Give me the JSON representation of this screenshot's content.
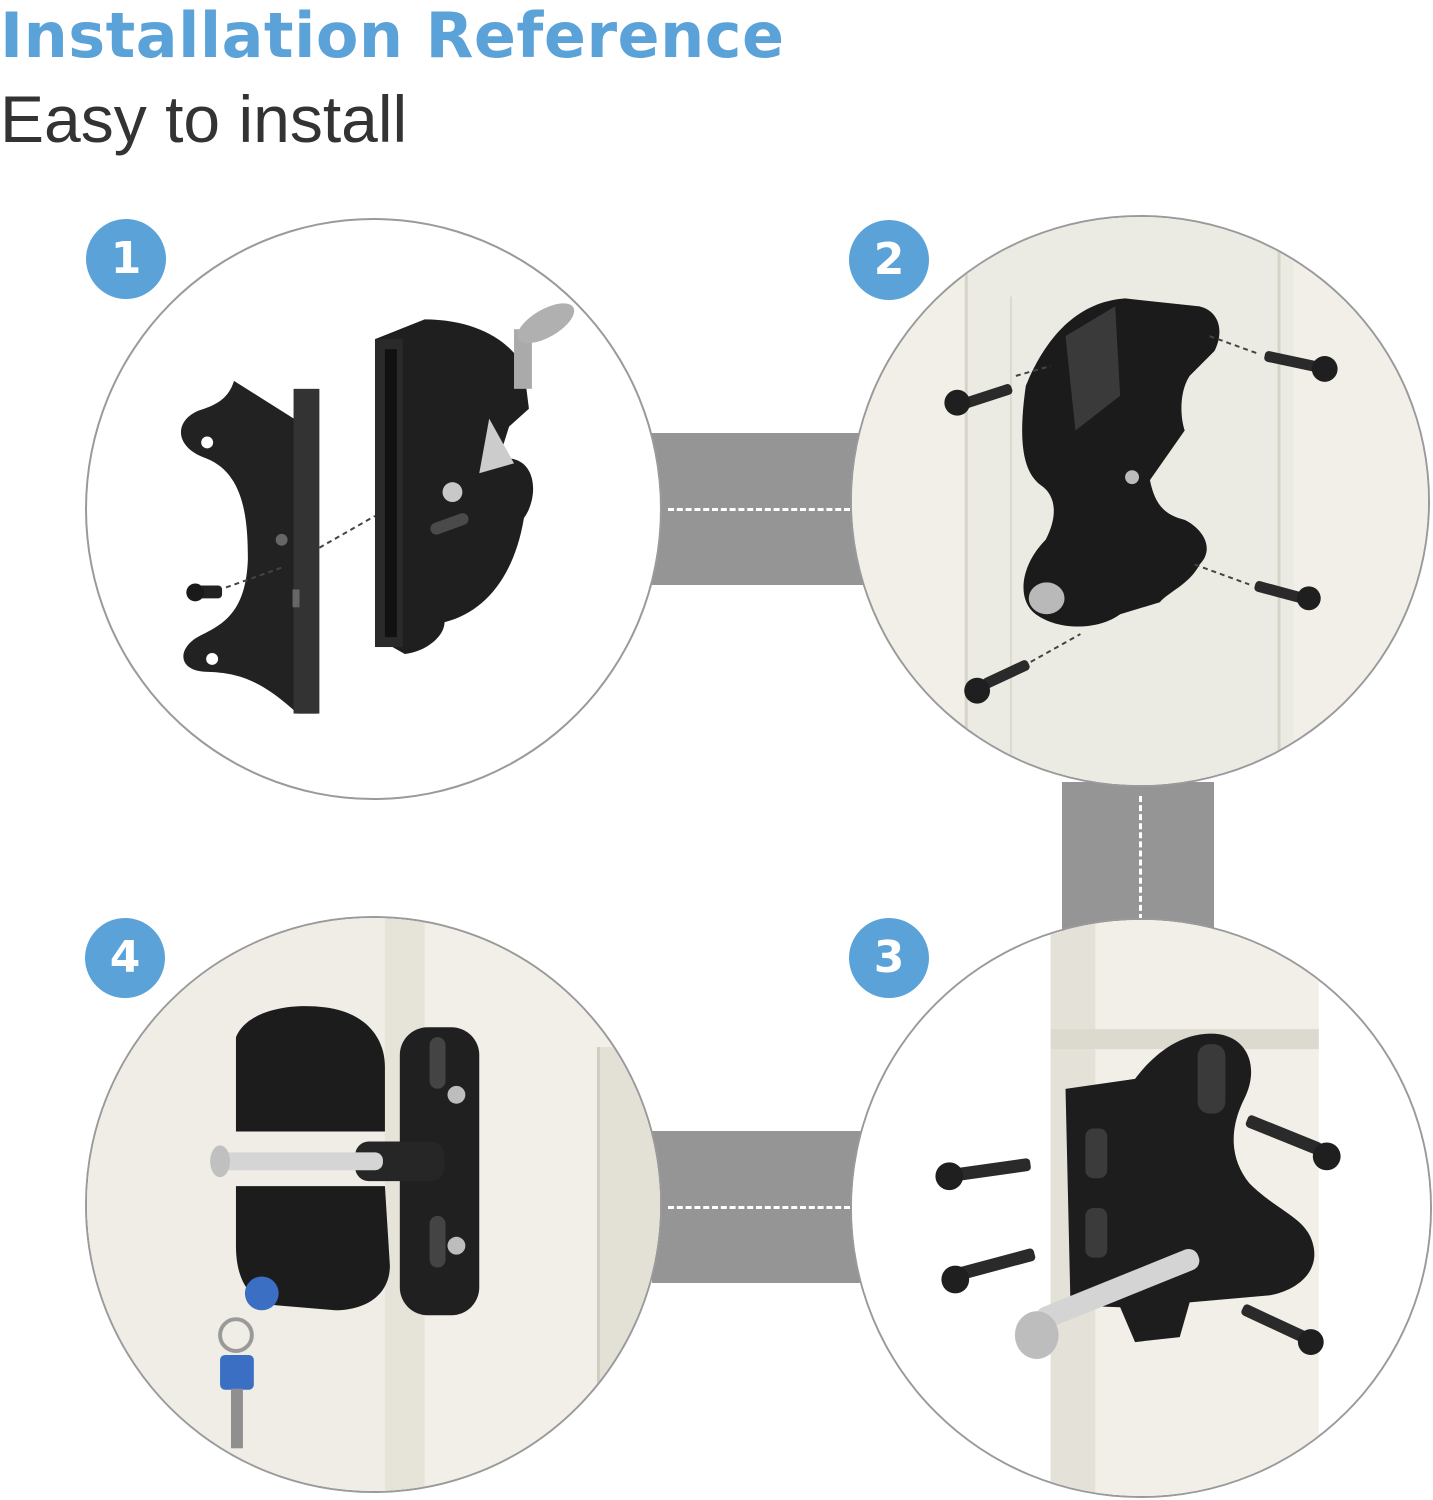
{
  "header": {
    "title": "Installation Reference",
    "subtitle": "Easy to install"
  },
  "colors": {
    "accent": "#5aa2d8",
    "connector": "#959595",
    "subtitle_text": "#333333",
    "latch_body": "#1c1c1c",
    "fence_panel": "#f0eee6"
  },
  "steps": [
    {
      "number": "1",
      "icon": "latch-and-mount-bracket-exploded"
    },
    {
      "number": "2",
      "icon": "latch-mounted-on-post-with-screws"
    },
    {
      "number": "3",
      "icon": "keeper-bracket-with-pin-and-screws"
    },
    {
      "number": "4",
      "icon": "latch-closed-with-key"
    }
  ]
}
